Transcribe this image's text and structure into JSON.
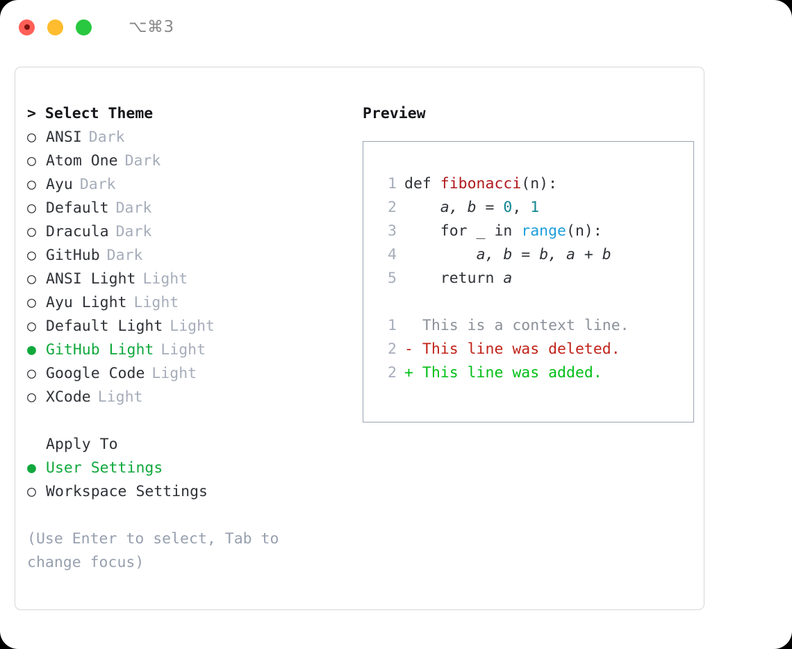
{
  "titlebar": {
    "shortcut": "⌥⌘3",
    "lights": [
      {
        "name": "close",
        "color": "#ff5f57"
      },
      {
        "name": "minimize",
        "color": "#febc2e"
      },
      {
        "name": "maximize",
        "color": "#28c840"
      }
    ]
  },
  "theme_section": {
    "header": "> Select Theme",
    "items": [
      {
        "bullet": "○",
        "label": "ANSI",
        "tag": "Dark",
        "selected": false
      },
      {
        "bullet": "○",
        "label": "Atom One",
        "tag": "Dark",
        "selected": false
      },
      {
        "bullet": "○",
        "label": "Ayu",
        "tag": "Dark",
        "selected": false
      },
      {
        "bullet": "○",
        "label": "Default",
        "tag": "Dark",
        "selected": false
      },
      {
        "bullet": "○",
        "label": "Dracula",
        "tag": "Dark",
        "selected": false
      },
      {
        "bullet": "○",
        "label": "GitHub",
        "tag": "Dark",
        "selected": false
      },
      {
        "bullet": "○",
        "label": "ANSI Light",
        "tag": "Light",
        "selected": false
      },
      {
        "bullet": "○",
        "label": "Ayu Light",
        "tag": "Light",
        "selected": false
      },
      {
        "bullet": "○",
        "label": "Default Light",
        "tag": "Light",
        "selected": false
      },
      {
        "bullet": "●",
        "label": "GitHub Light",
        "tag": "Light",
        "selected": true
      },
      {
        "bullet": "○",
        "label": "Google Code",
        "tag": "Light",
        "selected": false
      },
      {
        "bullet": "○",
        "label": "XCode",
        "tag": "Light",
        "selected": false
      }
    ]
  },
  "apply_section": {
    "header": "Apply To",
    "items": [
      {
        "bullet": "●",
        "label": "User Settings",
        "selected": true
      },
      {
        "bullet": "○",
        "label": "Workspace Settings",
        "selected": false
      }
    ]
  },
  "help_text": "(Use Enter to select, Tab to change focus)",
  "preview": {
    "header": "Preview",
    "code_lines": [
      {
        "no": "1",
        "tokens": [
          {
            "t": "def ",
            "c": "kw"
          },
          {
            "t": "fibonacci",
            "c": "fn"
          },
          {
            "t": "(n):",
            "c": "plain"
          }
        ]
      },
      {
        "no": "2",
        "tokens": [
          {
            "t": "    ",
            "c": "plain"
          },
          {
            "t": "a, b",
            "c": "var"
          },
          {
            "t": " = ",
            "c": "plain"
          },
          {
            "t": "0",
            "c": "num"
          },
          {
            "t": ", ",
            "c": "plain"
          },
          {
            "t": "1",
            "c": "num"
          }
        ]
      },
      {
        "no": "3",
        "tokens": [
          {
            "t": "    for _ in ",
            "c": "kw"
          },
          {
            "t": "range",
            "c": "call"
          },
          {
            "t": "(n):",
            "c": "plain"
          }
        ]
      },
      {
        "no": "4",
        "tokens": [
          {
            "t": "        ",
            "c": "plain"
          },
          {
            "t": "a, b",
            "c": "var"
          },
          {
            "t": " = ",
            "c": "plain"
          },
          {
            "t": "b, a + b",
            "c": "var"
          }
        ]
      },
      {
        "no": "5",
        "tokens": [
          {
            "t": "    return ",
            "c": "kw"
          },
          {
            "t": "a",
            "c": "var"
          }
        ]
      }
    ],
    "diff_lines": [
      {
        "no": "1",
        "marker": "  ",
        "text": "This is a context line.",
        "kind": "ctx"
      },
      {
        "no": "2",
        "marker": "- ",
        "text": "This line was deleted.",
        "kind": "del"
      },
      {
        "no": "2",
        "marker": "+ ",
        "text": "This line was added.",
        "kind": "add"
      }
    ]
  },
  "colors": {
    "selection_green": "#10a83c",
    "diff_add_green": "#00bf17",
    "diff_del_red": "#c0231a",
    "function_red": "#b0191c",
    "call_blue": "#1e9ed9",
    "number_teal": "#12868f",
    "muted_gray": "#a6adba"
  }
}
